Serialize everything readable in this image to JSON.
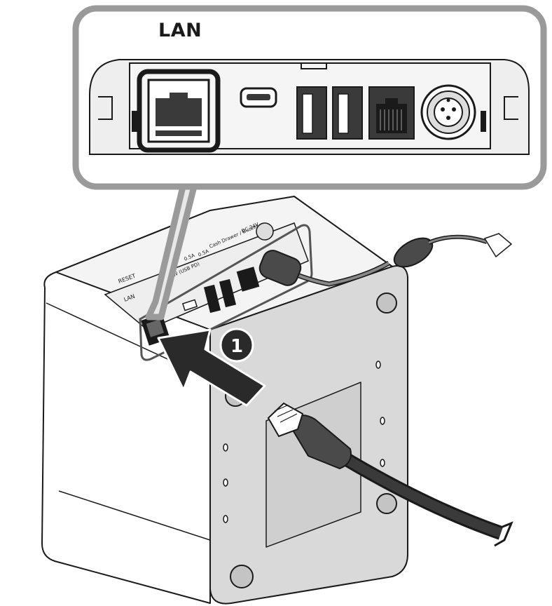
{
  "callout": {
    "title": "LAN"
  },
  "step": {
    "number": "1"
  },
  "panel_labels": {
    "lan": "LAN",
    "reset": "RESET",
    "usb_pd": "18W (USB PD)",
    "usb_a": "0.5A",
    "usb_a2": "0.5A",
    "cash_drawer": "Cash Drawer / Buzzer",
    "dc": "DC 24V"
  },
  "colors": {
    "line": "#1a1a1a",
    "callout_border": "#9a9a9a",
    "callout_fill": "#f2f2f2",
    "highlight": "#1a1a1a",
    "body": "#ffffff",
    "back_panel": "#d9d9d9",
    "cable": "#3a3a3a"
  }
}
